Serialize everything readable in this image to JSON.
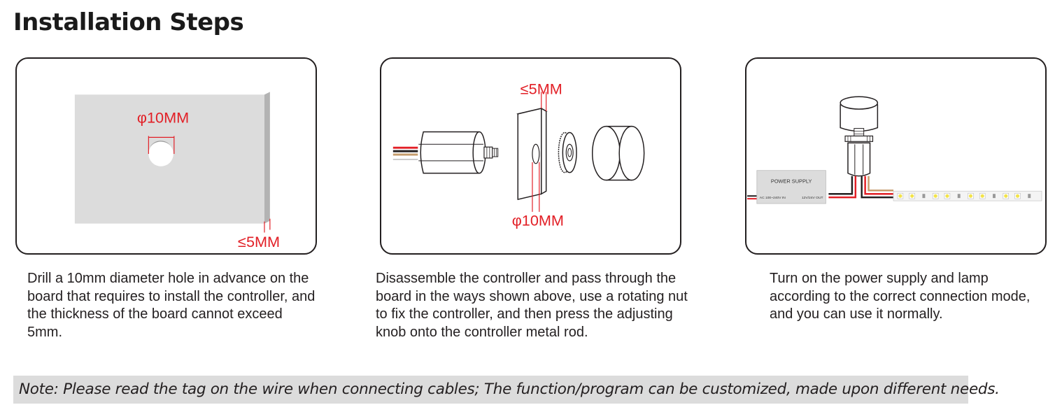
{
  "title": "Installation Steps",
  "colors": {
    "accent_red": "#e21f26",
    "board_gray": "#dcdcdc",
    "outline": "#231f20"
  },
  "steps": [
    {
      "labels": {
        "hole": "φ10MM",
        "thickness": "≤5MM"
      },
      "description": "Drill a 10mm diameter hole in advance on the board that requires to install the controller, and the thickness of the board cannot exceed 5mm."
    },
    {
      "labels": {
        "thickness": "≤5MM",
        "hole": "φ10MM"
      },
      "description": "Disassemble the controller and pass through the board in the ways shown above, use a rotating nut to fix the controller, and then press the adjusting knob onto the controller metal rod."
    },
    {
      "labels": {
        "power_supply": "POWER SUPPLY",
        "input": "AC 100~240V IN",
        "output": "12V/24V OUT"
      },
      "description": "Turn on the power supply and lamp according to the correct connection mode, and you can use it normally."
    }
  ],
  "note": "Note: Please read the tag on the wire when connecting cables; The function/program can be customized, made upon different needs."
}
